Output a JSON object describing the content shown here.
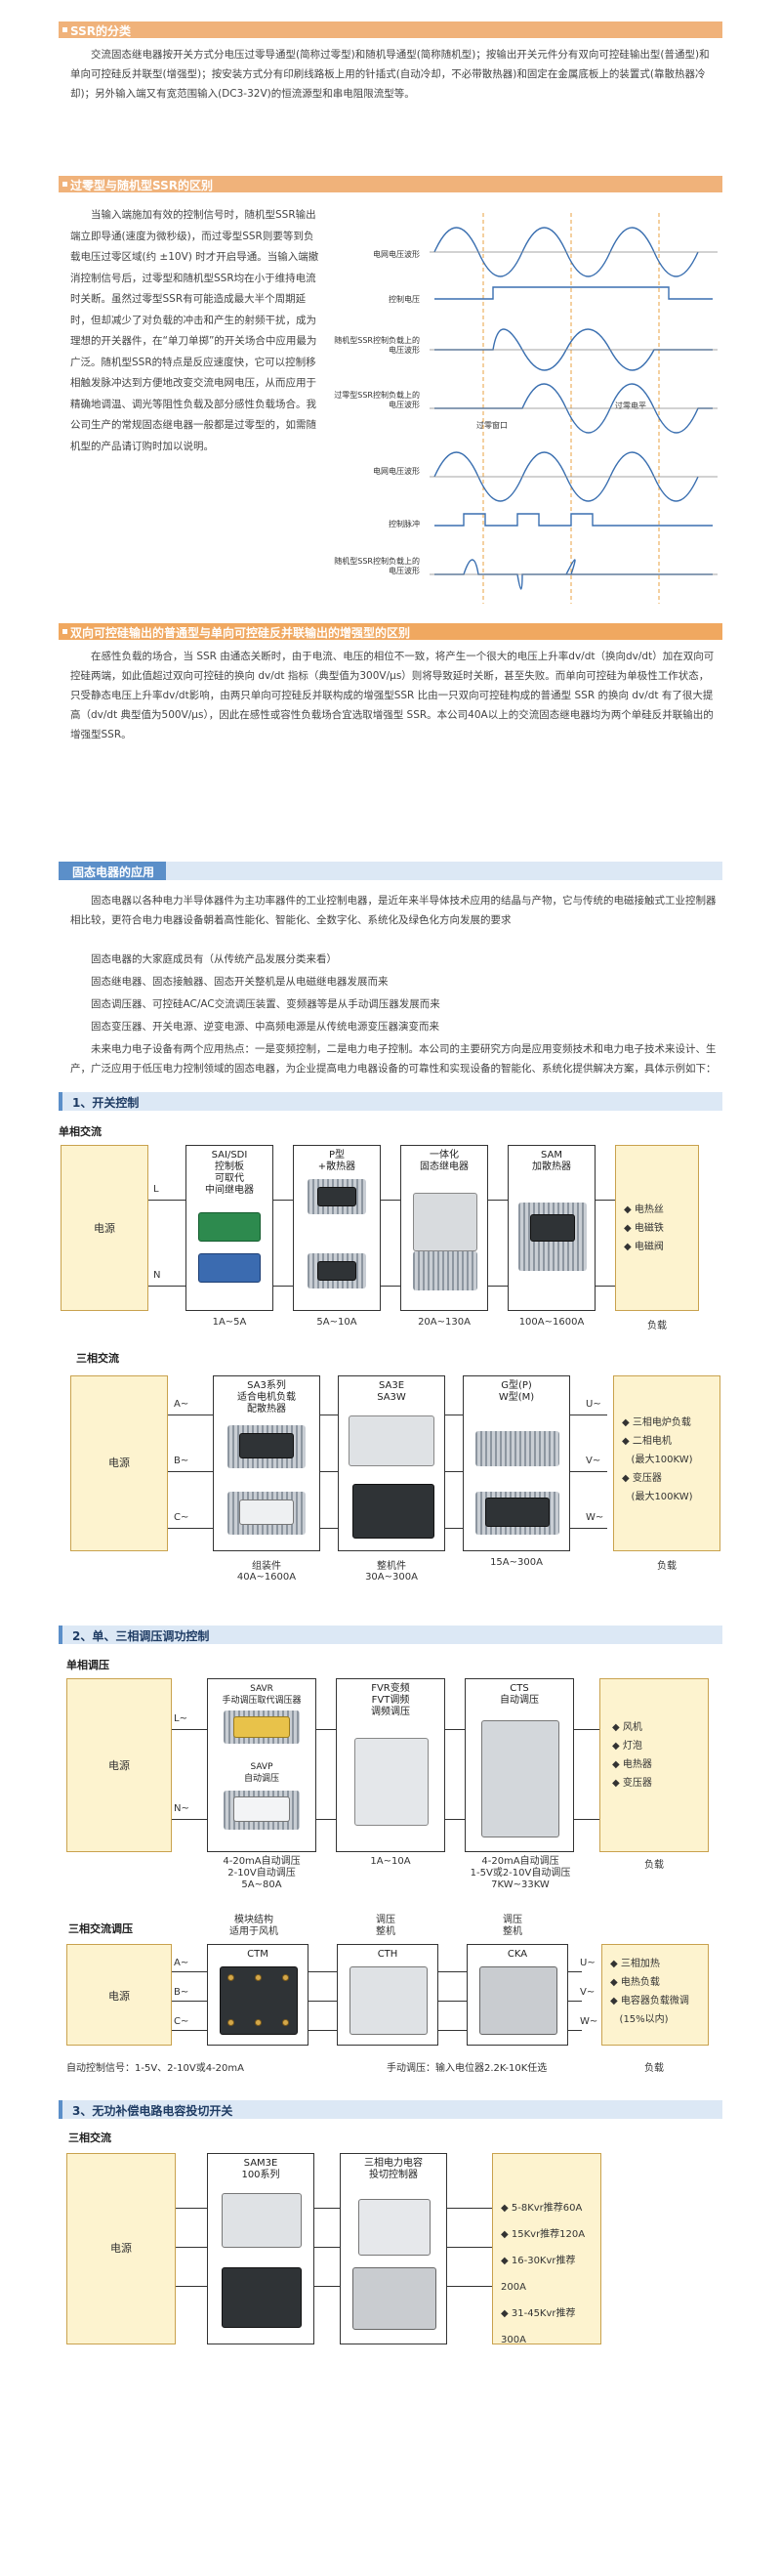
{
  "s1": {
    "title": "SSR的分类",
    "text": "交流固态继电器按开关方式分电压过零导通型(简称过零型)和随机导通型(简称随机型)；按输出开关元件分有双向可控硅输出型(普通型)和单向可控硅反并联型(增强型)；按安装方式分有印刷线路板上用的针插式(自动冷却，不必带散热器)和固定在金属底板上的装置式(靠散热器冷却)；另外输入端又有宽范围输入(DC3-32V)的恒流源型和串电阻限流型等。"
  },
  "s2": {
    "title": "过零型与随机型SSR的区别",
    "text": "当输入端施加有效的控制信号时，随机型SSR输出端立即导通(速度为微秒级)，而过零型SSR则要等到负载电压过零区域(约 ±10V) 时才开启导通。当输入端撤消控制信号后，过零型和随机型SSR均在小于维持电流时关断。虽然过零型SSR有可能造成最大半个周期延时，但却减少了对负载的冲击和产生的射频干扰，成为理想的开关器件，在“单刀单掷”的开关场合中应用最为广泛。随机型SSR的特点是反应速度快，它可以控制移相触发脉冲达到方便地改变交流电网电压，从而应用于精确地调温、调光等阻性负载及部分感性负载场合。我公司生产的常规固态继电器一般都是过零型的，如需随机型的产品请订购时加以说明。",
    "wave_labels": {
      "grid_voltage": "电网电压波形",
      "control_voltage": "控制电压",
      "random_ssr": "随机型SSR控制负载上的电压波形",
      "zero_ssr": "过零型SSR控制负载上的电压波形",
      "grid_voltage_2": "电网电压波形",
      "control_pulse": "控制脉冲",
      "random_ssr_2": "随机型SSR控制负载上的电压波形",
      "zero_window": "过零窗口",
      "zero_level": "过零电平"
    }
  },
  "s3": {
    "title": "双向可控硅输出的普通型与单向可控硅反并联输出的增强型的区别",
    "text": "在感性负载的场合，当 SSR 由通态关断时，由于电流、电压的相位不一致，将产生一个很大的电压上升率dv/dt（换向dv/dt）加在双向可控硅两端，如此值超过双向可控硅的换向 dv/dt 指标（典型值为300V/μs）则将导致延时关断，甚至失败。而单向可控硅为单极性工作状态，只受静态电压上升率dv/dt影响，由两只单向可控硅反并联构成的增强型SSR 比由一只双向可控硅构成的普通型 SSR 的换向 dv/dt 有了很大提高（dv/dt 典型值为500V/μs），因此在感性或容性负载场合宜选取增强型 SSR。本公司40A以上的交流固态继电器均为两个单硅反并联输出的增强型SSR。"
  },
  "s4": {
    "title": "固态电器的应用",
    "p1": "固态电器以各种电力半导体器件为主功率器件的工业控制电器，是近年来半导体技术应用的结晶与产物，它与传统的电磁接触式工业控制器相比较，更符合电力电器设备朝着高性能化、智能化、全数字化、系统化及绿色化方向发展的要求",
    "p2": "固态电器的大家庭成员有（从传统产品发展分类来看）",
    "p3": "固态继电器、固态接触器、固态开关整机是从电磁继电器发展而来",
    "p4": "固态调压器、可控硅AC/AC交流调压装置、变频器等是从手动调压器发展而来",
    "p5": "固态变压器、开关电源、逆变电源、中高频电源是从传统电源变压器演变而来",
    "p6": "未来电力电子设备有两个应用热点：一是变频控制，二是电力电子控制。本公司的主要研究方向是应用变频技术和电力电子技术来设计、生产，广泛应用于低压电力控制领域的固态电器，为企业提高电力电器设备的可靠性和实现设备的智能化、系统化提供解决方案，具体示例如下："
  },
  "c1": {
    "title": "1、开关控制",
    "single_label": "单相交流",
    "power": "电源",
    "L": "L",
    "N": "N",
    "p1": "SAI/SDI\n控制板\n可取代\n中间继电器",
    "p2": "P型\n+散热器",
    "p3": "一体化\n固态继电器",
    "p4": "SAM\n加散热器",
    "cap1": "1A~5A",
    "cap2": "5A~10A",
    "cap3": "20A~130A",
    "cap4": "100A~1600A",
    "cap5": "负载",
    "loads": [
      "电热丝",
      "电磁铁",
      "电磁阀"
    ],
    "three_label": "三相交流",
    "power2": "电源",
    "A": "A~",
    "B": "B~",
    "C": "C~",
    "U": "U~",
    "V": "V~",
    "W": "W~",
    "q1": "SA3系列\n适合电机负载\n配散热器",
    "q2": "SA3E\nSA3W",
    "q3": "G型(P)\nW型(M)",
    "qcap1": "组装件\n40A~1600A",
    "qcap2": "整机件\n30A~300A",
    "qcap3": "15A~300A",
    "qcap4": "负载",
    "loads2": [
      "三相电炉负载",
      "二相电机",
      "(最大100KW)",
      "变压器",
      "(最大100KW)"
    ]
  },
  "c2": {
    "title": "2、单、三相调压调功控制",
    "single_label": "单相调压",
    "power": "电源",
    "L": "L~",
    "N": "N~",
    "p1": "SAVR\n手动调压取代调压器",
    "p1b": "SAVP\n自动调压",
    "p2": "FVR变频\nFVT调频\n调频调压",
    "p3": "CTS\n自动调压",
    "cap1": "4-20mA自动调压\n2-10V自动调压\n5A~80A",
    "cap2": "1A~10A",
    "cap3": "4-20mA自动调压\n1-5V或2-10V自动调压\n7KW~33KW",
    "cap4": "负载",
    "loads": [
      "风机",
      "灯泡",
      "电热器",
      "变压器"
    ],
    "three_label": "三相交流调压",
    "power2": "电源",
    "h1": "模块结构\n适用于风机",
    "h2": "调压\n整机",
    "h3": "调压\n整机",
    "m1": "CTM",
    "m2": "CTH",
    "m3": "CKA",
    "A": "A~",
    "B": "B~",
    "C": "C~",
    "U": "U~",
    "V": "V~",
    "W": "W~",
    "loads2": [
      "三相加热",
      "电热负载",
      "电容器负载微调",
      "(15%以内)"
    ],
    "foot1": "自动控制信号：1-5V、2-10V或4-20mA",
    "foot2": "手动调压：输入电位器2.2K-10K任选",
    "foot3": "负载"
  },
  "c3": {
    "title": "3、无功补偿电路电容投切开关",
    "three_label": "三相交流",
    "power": "电源",
    "p1": "SAM3E\n100系列",
    "p2": "三相电力电容\n投切控制器",
    "loads": [
      "5-8Kvr推荐60A",
      "15Kvr推荐120A",
      "16-30Kvr推荐200A",
      "31-45Kvr推荐300A"
    ]
  },
  "colors": {
    "orange": "#f0b27a",
    "blue": "#5b8fc9",
    "lightblue": "#dce8f5",
    "yellow": "#fdf3cf",
    "wave": "#3a6fb0",
    "dash": "#e8a040"
  }
}
